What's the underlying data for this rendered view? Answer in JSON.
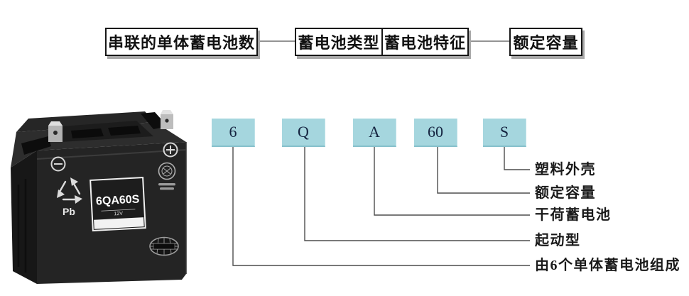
{
  "flow": {
    "series_count": "串联的单体蓄电池数",
    "battery_type": "蓄电池类型",
    "battery_feature": "蓄电池特征",
    "rated_capacity": "额定容量"
  },
  "model_code": {
    "segments": [
      {
        "code": "6",
        "meaning": "由6个单体蓄电池组成"
      },
      {
        "code": "Q",
        "meaning": "起动型"
      },
      {
        "code": "A",
        "meaning": "干荷蓄电池"
      },
      {
        "code": "60",
        "meaning": "额定容量"
      },
      {
        "code": "S",
        "meaning": "塑料外壳"
      }
    ]
  },
  "battery": {
    "model": "6QA60S",
    "voltage": "12V",
    "lead_symbol": "Pb"
  },
  "colors": {
    "code_box_bg": "#a5d6de",
    "code_text": "#14233f",
    "wire": "#4d4d4d",
    "box_border": "#161616",
    "box_shadow": "#a9a9a9"
  }
}
